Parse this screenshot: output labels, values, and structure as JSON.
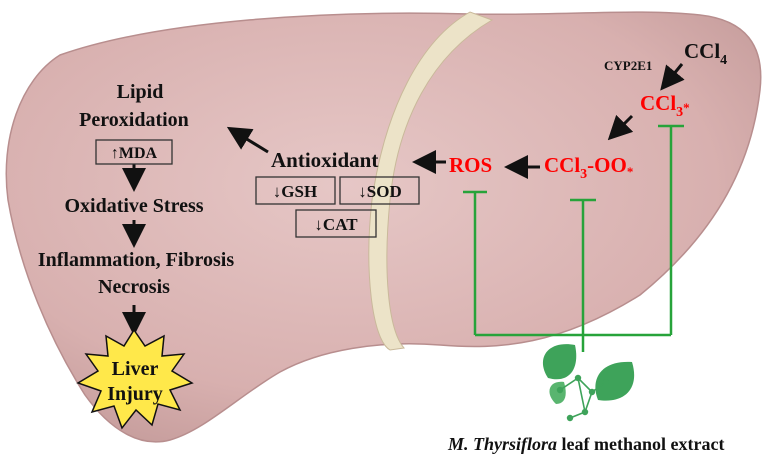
{
  "diagram": {
    "cyp": "CYP2E1",
    "ccl4_main": "CCl",
    "ccl4_sub": "4",
    "ccl3_main": "CCl",
    "ccl3_sub": "3",
    "ccl3_star": "*",
    "cclo_main": "CCl",
    "cclo_sub": "3",
    "cclo_tail": "-OO",
    "cclo_star": "*",
    "ros": "ROS",
    "antioxidant": "Antioxidant",
    "gsh": "↓GSH",
    "sod": "↓SOD",
    "cat": "↓CAT",
    "lipid_1": "Lipid",
    "lipid_2": "Peroxidation",
    "mda": "↑MDA",
    "oxidative": "Oxidative Stress",
    "inflammation": "Inflammation, Fibrosis",
    "necrosis": "Necrosis",
    "injury_1": "Liver",
    "injury_2": "Injury",
    "extract_italic": "M. Thyrsiflora",
    "extract_rest": " leaf methanol extract"
  },
  "colors": {
    "liver": "#dcb6b5",
    "liver_edge": "#b88e8e",
    "ligament": "#ece3c8",
    "red": "#ff0000",
    "green": "#27a33a",
    "leaf": "#3ea35a",
    "burst": "#ffe84a",
    "text": "#111111"
  }
}
